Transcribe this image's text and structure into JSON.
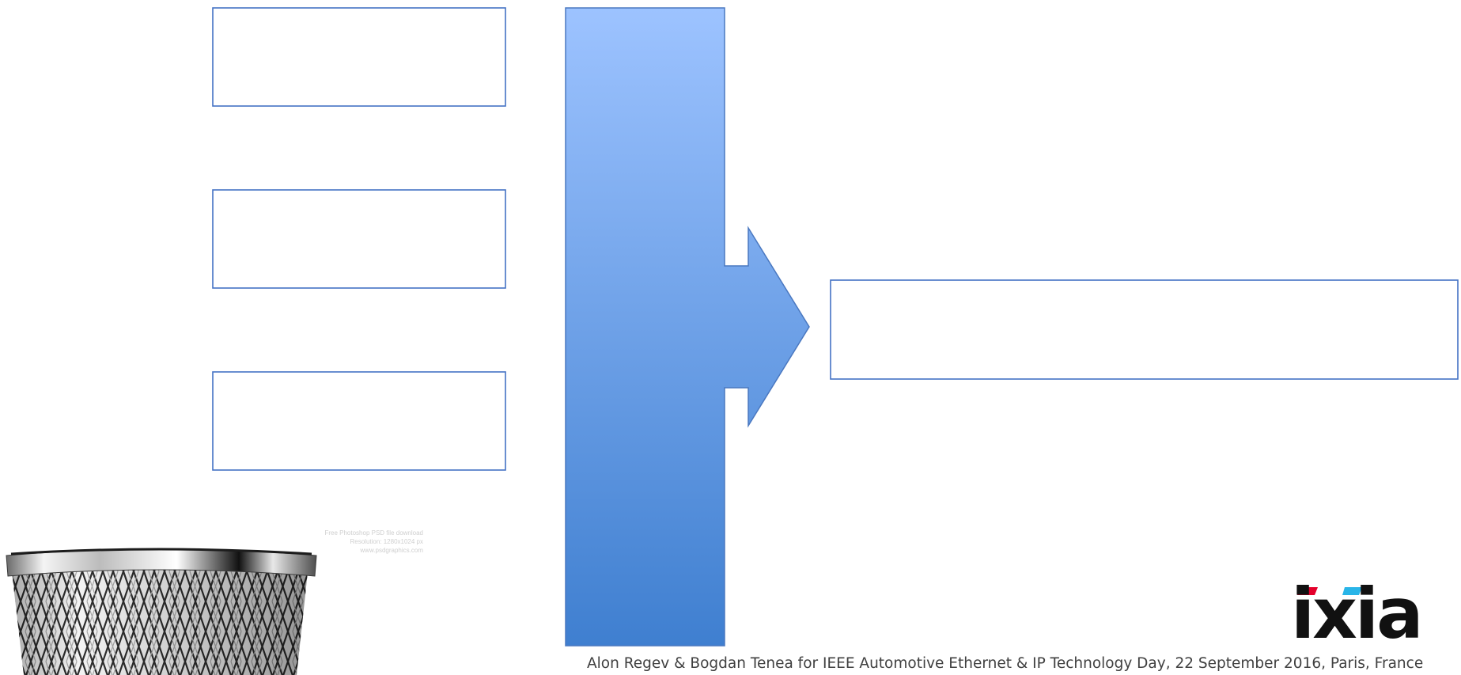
{
  "diagram": {
    "input_boxes": [
      {
        "label": ""
      },
      {
        "label": ""
      },
      {
        "label": ""
      }
    ],
    "output_box": {
      "label": ""
    },
    "colors": {
      "box_stroke": "#4472c4",
      "arrow_top": "#9dc3ff",
      "arrow_bottom": "#3f7fd0",
      "arrow_stroke": "#4a78c0"
    }
  },
  "trash_bin": {
    "icon": "trash-bin-icon",
    "watermark_lines": [
      "Free Photoshop PSD file download",
      "Resolution: 1280x1024 px",
      "www.psdgraphics.com"
    ]
  },
  "logo": {
    "text": "ixia",
    "icon": "ixia-logo",
    "accent_color": "#e4002b",
    "dot_color": "#29b5e8"
  },
  "footer": {
    "caption": "Alon Regev & Bogdan Tenea for IEEE Automotive Ethernet & IP Technology Day, 22 September 2016, Paris, France"
  }
}
